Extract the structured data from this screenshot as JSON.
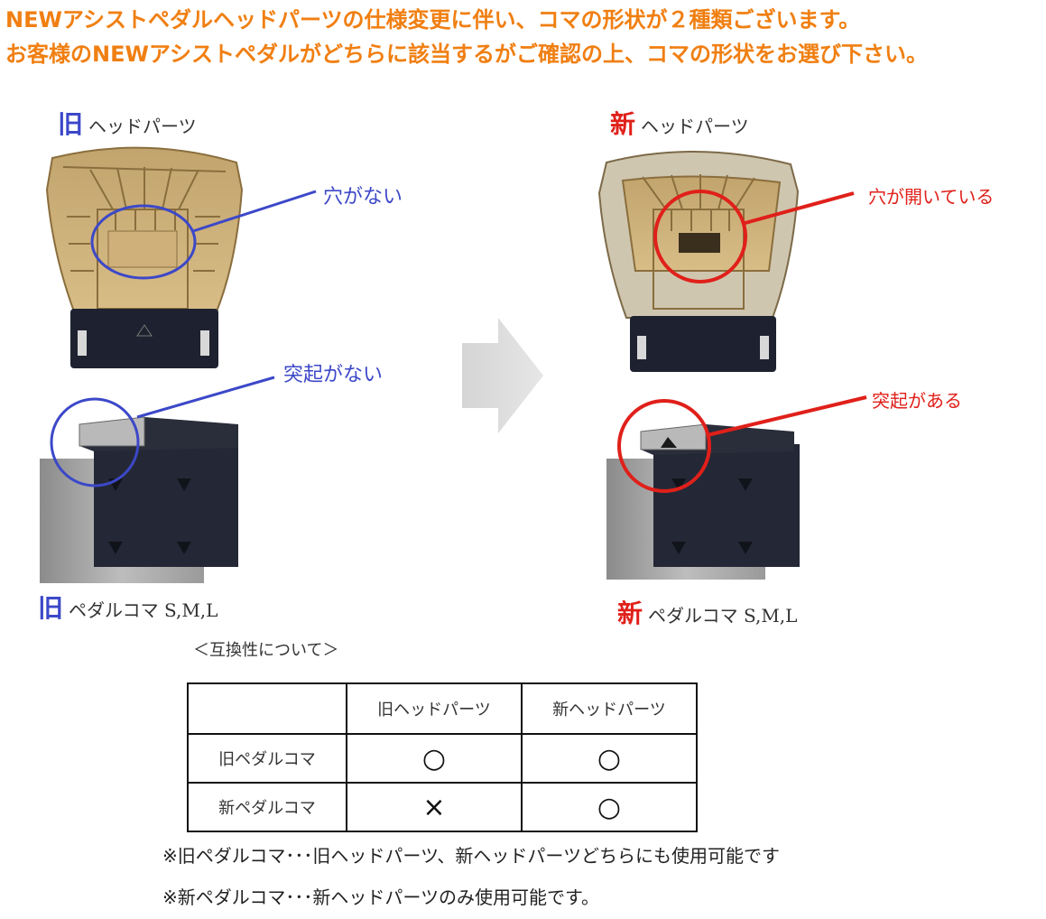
{
  "headline": {
    "line1": "NEWアシストペダルヘッドパーツの仕様変更に伴い、コマの形状が２種類ございます。",
    "line2": "お客様のNEWアシストペダルがどちらに該当するがご確認の上、コマの形状をお選び下さい。"
  },
  "left": {
    "head_tag": "旧",
    "head_label": "ヘッドパーツ",
    "callout_hole": "穴がない",
    "callout_bump": "突起がない",
    "pedal_tag": "旧",
    "pedal_label": "ペダルコマ S,M,L"
  },
  "right": {
    "head_tag": "新",
    "head_label": "ヘッドパーツ",
    "callout_hole": "穴が開いている",
    "callout_bump": "突起がある",
    "pedal_tag": "新",
    "pedal_label": "ペダルコマ S,M,L"
  },
  "compat": {
    "title": "＜互換性について＞",
    "col_head_old": "旧ヘッドパーツ",
    "col_head_new": "新ヘッドパーツ",
    "rows": [
      {
        "label": "旧ペダルコマ",
        "old": "○",
        "new": "○"
      },
      {
        "label": "新ペダルコマ",
        "old": "×",
        "new": "○"
      }
    ]
  },
  "notes": {
    "n1": "※旧ペダルコマ･･･旧ヘッドパーツ、新ヘッドパーツどちらにも使用可能です",
    "n2": "※新ペダルコマ･･･新ヘッドパーツのみ使用可能です。"
  },
  "colors": {
    "headline": "#f07f12",
    "old": "#3c48c8",
    "new": "#e0201a"
  }
}
